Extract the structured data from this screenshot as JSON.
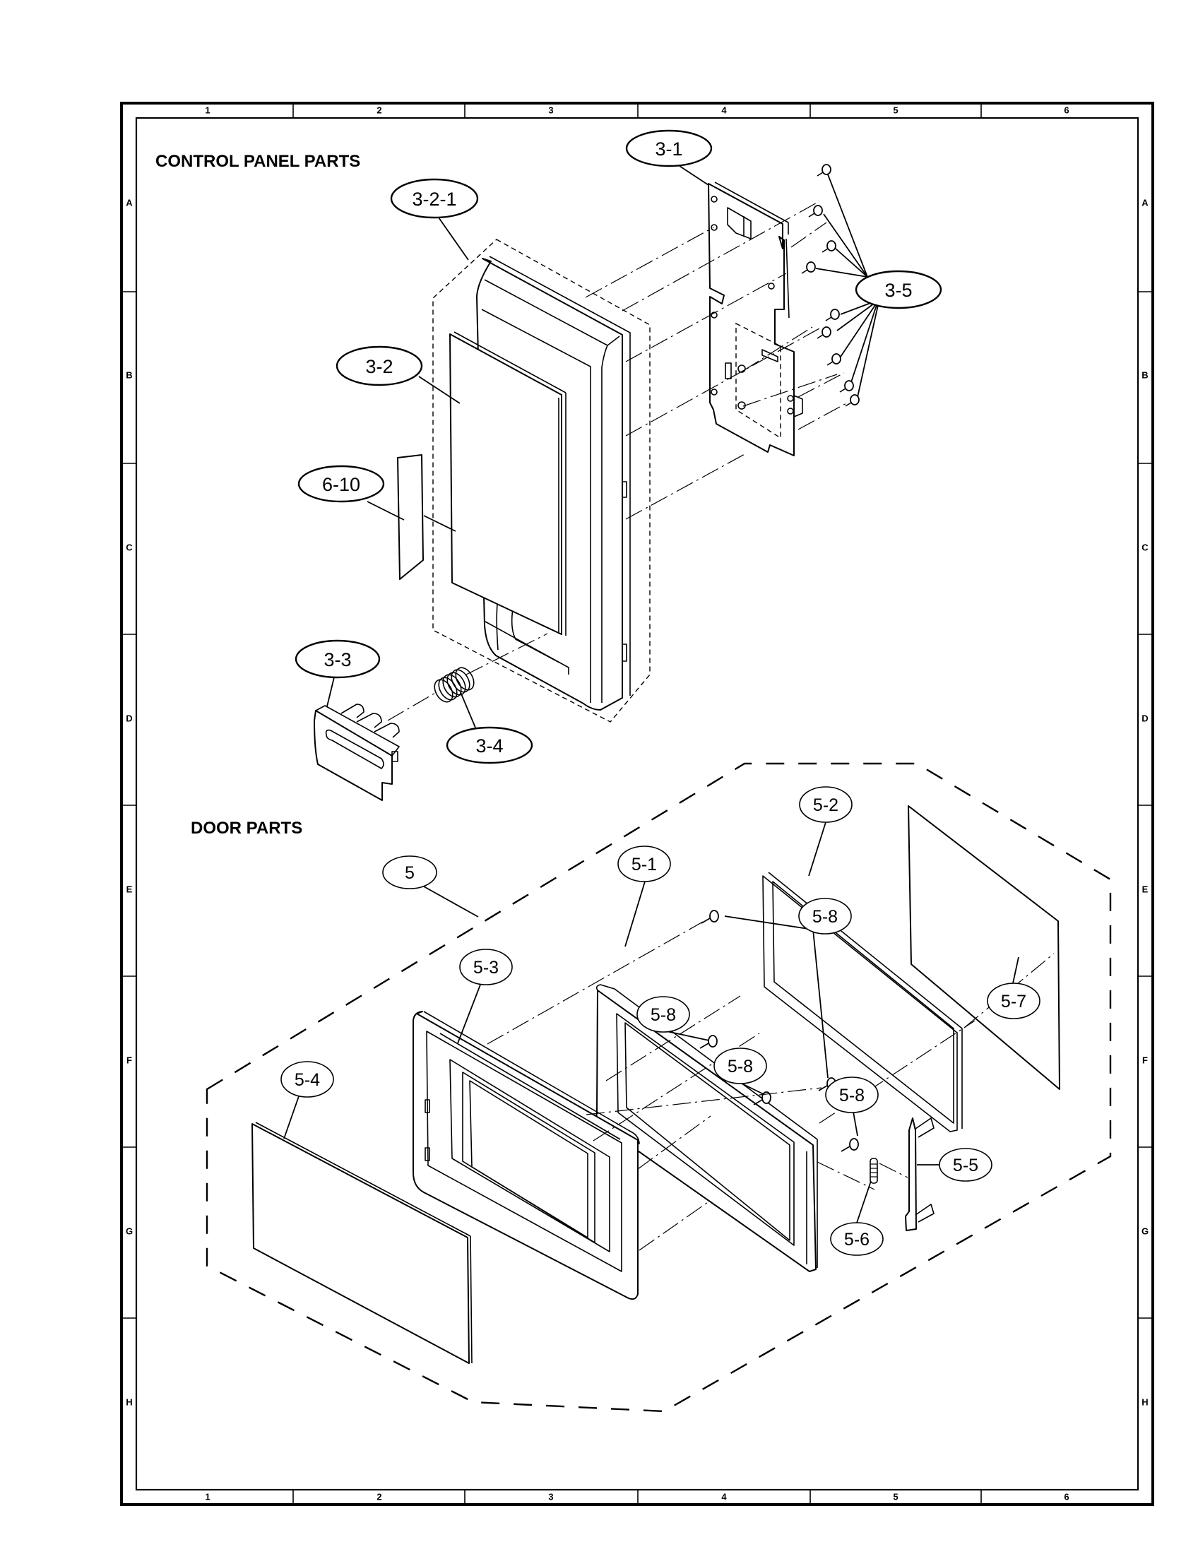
{
  "sheet": {
    "column_labels": [
      "1",
      "2",
      "3",
      "4",
      "5",
      "6"
    ],
    "row_labels": [
      "A",
      "B",
      "C",
      "D",
      "E",
      "F",
      "G",
      "H"
    ]
  },
  "sections": {
    "control_panel": "CONTROL PANEL PARTS",
    "door": "DOOR PARTS"
  },
  "callouts": {
    "c3_1": "3-1",
    "c3_2_1": "3-2-1",
    "c3_2": "3-2",
    "c3_5": "3-5",
    "c6_10": "6-10",
    "c3_3": "3-3",
    "c3_4": "3-4",
    "c5": "5",
    "c5_1": "5-1",
    "c5_2": "5-2",
    "c5_3": "5-3",
    "c5_4": "5-4",
    "c5_5": "5-5",
    "c5_6": "5-6",
    "c5_7": "5-7",
    "c5_8_a": "5-8",
    "c5_8_b": "5-8",
    "c5_8_c": "5-8",
    "c5_8_d": "5-8"
  }
}
